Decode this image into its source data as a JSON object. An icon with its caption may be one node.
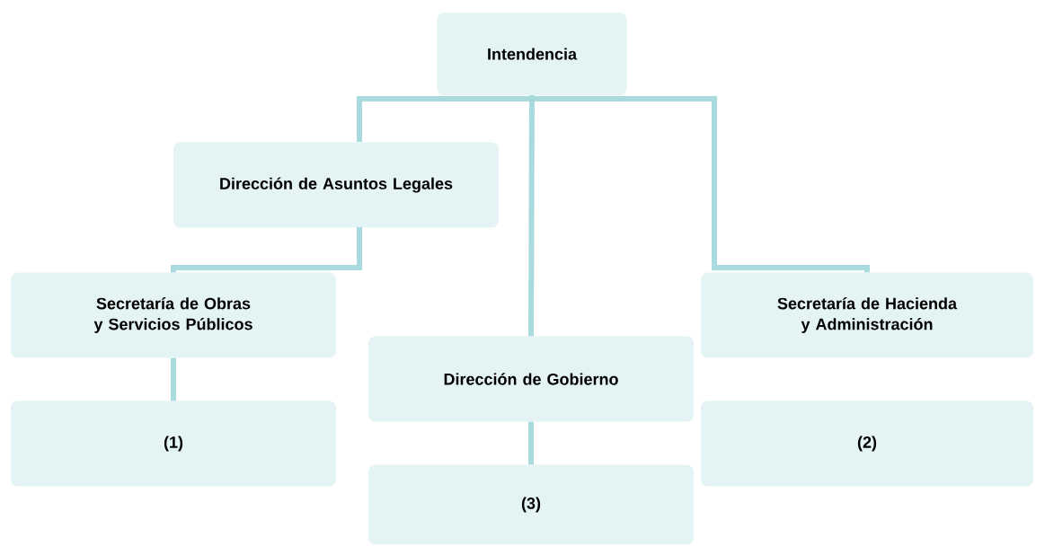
{
  "diagram": {
    "nodes": [
      {
        "text": [
          "Intendencia"
        ]
      },
      {
        "text": [
          "Dirección de Asuntos Legales"
        ]
      },
      {
        "text": [
          "Secretaría de Obras y Servicios Públicos"
        ]
      },
      {
        "text": [
          "Dirección de Gobierno"
        ]
      },
      {
        "text": [
          "Secretaría de Hacienda y Administración"
        ]
      },
      {
        "text": [
          "(1)"
        ]
      },
      {
        "text": [
          "(3)"
        ]
      },
      {
        "text": [
          "(2)"
        ]
      }
    ],
    "edges": [
      {
        "from": 0,
        "to": 1,
        "arrow": "none"
      },
      {
        "from": 1,
        "to": 2,
        "arrow": "none"
      },
      {
        "from": 0,
        "to": 3,
        "arrow": "none"
      },
      {
        "from": 0,
        "to": 4,
        "arrow": "none"
      },
      {
        "from": 2,
        "to": 5,
        "arrow": "none"
      },
      {
        "from": 3,
        "to": 6,
        "arrow": "none"
      }
    ]
  }
}
